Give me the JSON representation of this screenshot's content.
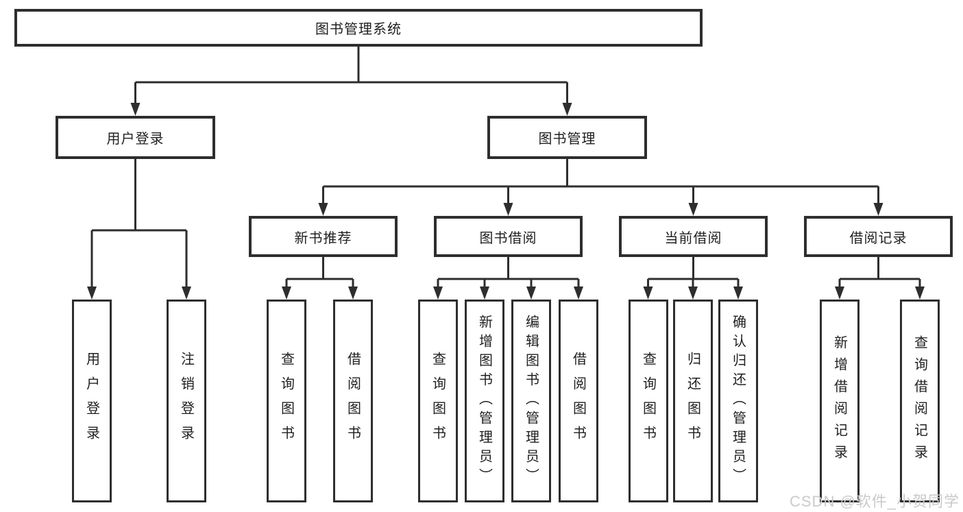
{
  "nodes": {
    "root": "图书管理系统",
    "user_login": "用户登录",
    "book_mgmt": "图书管理",
    "new_book_rec": "新书推荐",
    "book_borrow": "图书借阅",
    "current_borrow": "当前借阅",
    "borrow_records": "借阅记录",
    "user_login_leaf": "用户登录",
    "logout_leaf": "注销登录",
    "query_book_rec": "查询图书",
    "borrow_book_rec": "借阅图书",
    "query_book_borrow": "查询图书",
    "add_book": "新增图书（管理员）",
    "edit_book": "编辑图书（管理员）",
    "borrow_book_leaf": "借阅图书",
    "query_book_current": "查询图书",
    "return_book": "归还图书",
    "confirm_return": "确认归还（管理员）",
    "add_borrow_record": "新增借阅记录",
    "query_borrow_record": "查询借阅记录"
  },
  "hierarchy": {
    "图书管理系统": [
      "用户登录",
      "图书管理"
    ],
    "用户登录": [
      "用户登录",
      "注销登录"
    ],
    "图书管理": [
      "新书推荐",
      "图书借阅",
      "当前借阅",
      "借阅记录"
    ],
    "新书推荐": [
      "查询图书",
      "借阅图书"
    ],
    "图书借阅": [
      "查询图书",
      "新增图书（管理员）",
      "编辑图书（管理员）",
      "借阅图书"
    ],
    "当前借阅": [
      "查询图书",
      "归还图书",
      "确认归还（管理员）"
    ],
    "借阅记录": [
      "新增借阅记录",
      "查询借阅记录"
    ]
  },
  "watermark": "CSDN @软件_小贺同学",
  "colors": {
    "line": "#2e2e2e",
    "text": "#1f1f1f",
    "background": "#ffffff",
    "watermark": "#c8cacd"
  }
}
